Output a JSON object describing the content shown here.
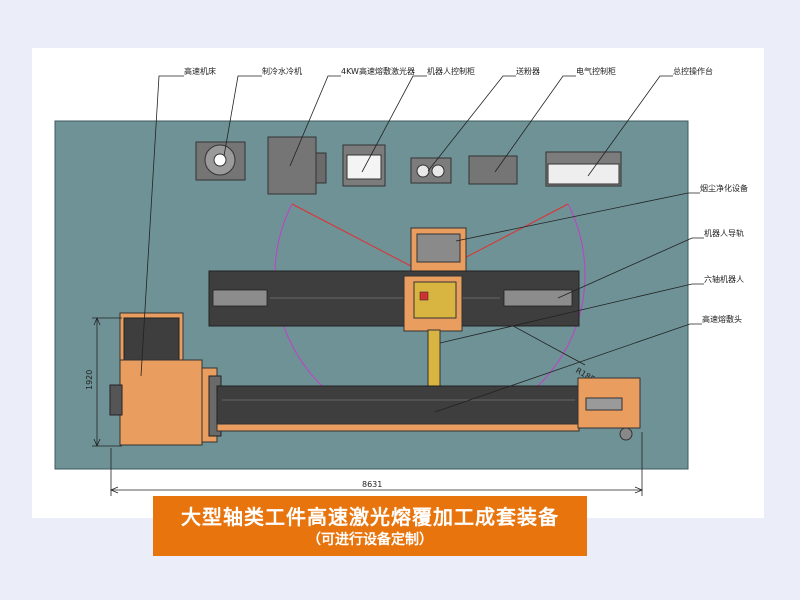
{
  "labels": {
    "machine_bed": "高速机床",
    "water_chiller": "制冷水冷机",
    "laser": "4KW高速熔敷激光器",
    "robot_cabinet": "机器人控制柜",
    "powder_feeder": "送粉器",
    "electric_cabinet": "电气控制柜",
    "console": "总控操作台",
    "dust_purifier": "烟尘净化设备",
    "robot_rail": "机器人导轨",
    "six_axis_robot": "六轴机器人",
    "cladding_head": "高速熔敷头"
  },
  "dimensions": {
    "height": "1920",
    "width": "8631",
    "reach": "R1855"
  },
  "banner": {
    "title": "大型轴类工件高速激光熔覆加工成套装备",
    "subtitle": "（可进行设备定制）"
  },
  "colors": {
    "floor": "#6e9296",
    "orange": "#e99d5e",
    "banner": "#e8740d",
    "envelope": "#c040c8",
    "safety_line": "#e03030"
  }
}
